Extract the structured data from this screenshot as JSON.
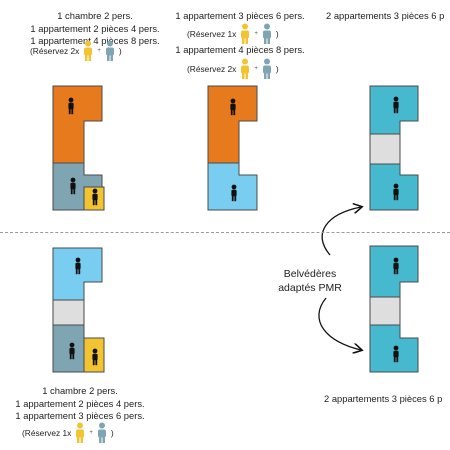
{
  "top_left": {
    "lines": [
      "1 chambre 2 pers.",
      "1 appartement 2 pièces 4 pers.",
      "1 appartement 4 pièces 8 pers."
    ],
    "reserve": [
      {
        "label": "(Réservez 2x",
        "plus": "+",
        "close": ")"
      }
    ]
  },
  "top_middle": {
    "line1": "1 appartement 3 pièces 6 pers.",
    "line2": "1 appartement 4 pièces 8 pers.",
    "reserve": [
      {
        "label": "(Réservez 1x",
        "plus": "+",
        "close": ")"
      },
      {
        "label": "(Réservez 2x",
        "plus": "+",
        "close": ")"
      }
    ]
  },
  "top_right": {
    "line1": "2 appartements 3 pièces 6 p"
  },
  "bottom_left": {
    "lines": [
      "1 chambre 2 pers.",
      "1 appartement 2 pièces 4 pers.",
      "1 appartement 3 pièces 6 pers."
    ],
    "reserve": [
      {
        "label": "(Réservez 1x",
        "plus": "+",
        "close": ")"
      }
    ]
  },
  "bottom_right": {
    "line1": "2 appartements 3 pièces 6 p"
  },
  "caption": {
    "line1": "Belvédères",
    "line2": "adaptés PMR"
  },
  "colors": {
    "orange": "#e87a1e",
    "light_blue": "#78cdf0",
    "teal": "#47b9cf",
    "slate": "#7fa5b3",
    "yellow": "#f2c431",
    "gray": "#dedede",
    "person_yellow": "#f2c431",
    "person_blue": "#7fa5b3"
  },
  "icons": [
    "person-icon",
    "arrow-icon"
  ]
}
